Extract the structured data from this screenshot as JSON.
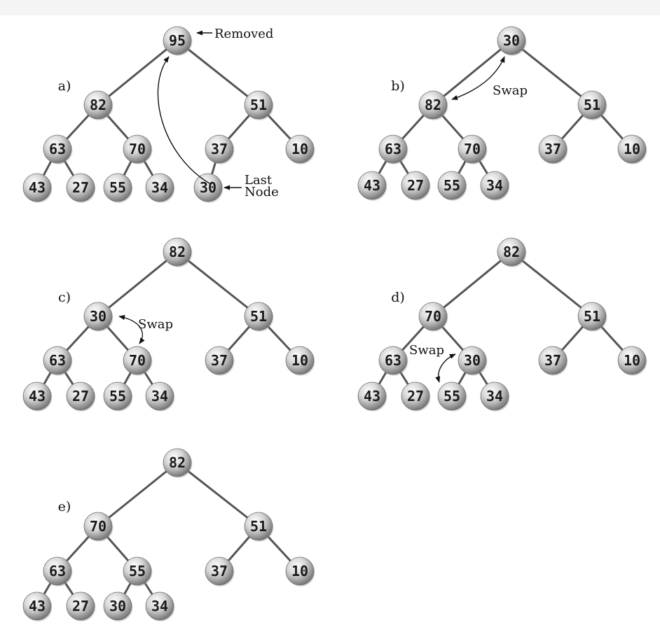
{
  "panels": [
    {
      "id": "a",
      "label": "a)",
      "nodes": [
        {
          "id": "n0",
          "value": "95"
        },
        {
          "id": "n1",
          "value": "82"
        },
        {
          "id": "n2",
          "value": "51"
        },
        {
          "id": "n3",
          "value": "63"
        },
        {
          "id": "n4",
          "value": "70"
        },
        {
          "id": "n5",
          "value": "37"
        },
        {
          "id": "n6",
          "value": "10"
        },
        {
          "id": "n7",
          "value": "43"
        },
        {
          "id": "n8",
          "value": "27"
        },
        {
          "id": "n9",
          "value": "55"
        },
        {
          "id": "n10",
          "value": "34"
        },
        {
          "id": "n11",
          "value": "30"
        }
      ],
      "edges": [
        [
          "n0",
          "n1"
        ],
        [
          "n0",
          "n2"
        ],
        [
          "n1",
          "n3"
        ],
        [
          "n1",
          "n4"
        ],
        [
          "n2",
          "n5"
        ],
        [
          "n2",
          "n6"
        ],
        [
          "n3",
          "n7"
        ],
        [
          "n3",
          "n8"
        ],
        [
          "n4",
          "n9"
        ],
        [
          "n4",
          "n10"
        ],
        [
          "n5",
          "n11"
        ]
      ],
      "notes": [
        {
          "id": "removed",
          "lines": [
            "Removed"
          ]
        },
        {
          "id": "last-node",
          "lines": [
            "Last",
            "Node"
          ]
        }
      ]
    },
    {
      "id": "b",
      "label": "b)",
      "nodes": [
        {
          "id": "n0",
          "value": "30"
        },
        {
          "id": "n1",
          "value": "82"
        },
        {
          "id": "n2",
          "value": "51"
        },
        {
          "id": "n3",
          "value": "63"
        },
        {
          "id": "n4",
          "value": "70"
        },
        {
          "id": "n5",
          "value": "37"
        },
        {
          "id": "n6",
          "value": "10"
        },
        {
          "id": "n7",
          "value": "43"
        },
        {
          "id": "n8",
          "value": "27"
        },
        {
          "id": "n9",
          "value": "55"
        },
        {
          "id": "n10",
          "value": "34"
        }
      ],
      "edges": [
        [
          "n0",
          "n1"
        ],
        [
          "n0",
          "n2"
        ],
        [
          "n1",
          "n3"
        ],
        [
          "n1",
          "n4"
        ],
        [
          "n2",
          "n5"
        ],
        [
          "n2",
          "n6"
        ],
        [
          "n3",
          "n7"
        ],
        [
          "n3",
          "n8"
        ],
        [
          "n4",
          "n9"
        ],
        [
          "n4",
          "n10"
        ]
      ],
      "notes": [
        {
          "id": "swap",
          "lines": [
            "Swap"
          ]
        }
      ]
    },
    {
      "id": "c",
      "label": "c)",
      "nodes": [
        {
          "id": "n0",
          "value": "82"
        },
        {
          "id": "n1",
          "value": "30"
        },
        {
          "id": "n2",
          "value": "51"
        },
        {
          "id": "n3",
          "value": "63"
        },
        {
          "id": "n4",
          "value": "70"
        },
        {
          "id": "n5",
          "value": "37"
        },
        {
          "id": "n6",
          "value": "10"
        },
        {
          "id": "n7",
          "value": "43"
        },
        {
          "id": "n8",
          "value": "27"
        },
        {
          "id": "n9",
          "value": "55"
        },
        {
          "id": "n10",
          "value": "34"
        }
      ],
      "edges": [
        [
          "n0",
          "n1"
        ],
        [
          "n0",
          "n2"
        ],
        [
          "n1",
          "n3"
        ],
        [
          "n1",
          "n4"
        ],
        [
          "n2",
          "n5"
        ],
        [
          "n2",
          "n6"
        ],
        [
          "n3",
          "n7"
        ],
        [
          "n3",
          "n8"
        ],
        [
          "n4",
          "n9"
        ],
        [
          "n4",
          "n10"
        ]
      ],
      "notes": [
        {
          "id": "swap",
          "lines": [
            "Swap"
          ]
        }
      ]
    },
    {
      "id": "d",
      "label": "d)",
      "nodes": [
        {
          "id": "n0",
          "value": "82"
        },
        {
          "id": "n1",
          "value": "70"
        },
        {
          "id": "n2",
          "value": "51"
        },
        {
          "id": "n3",
          "value": "63"
        },
        {
          "id": "n4",
          "value": "30"
        },
        {
          "id": "n5",
          "value": "37"
        },
        {
          "id": "n6",
          "value": "10"
        },
        {
          "id": "n7",
          "value": "43"
        },
        {
          "id": "n8",
          "value": "27"
        },
        {
          "id": "n9",
          "value": "55"
        },
        {
          "id": "n10",
          "value": "34"
        }
      ],
      "edges": [
        [
          "n0",
          "n1"
        ],
        [
          "n0",
          "n2"
        ],
        [
          "n1",
          "n3"
        ],
        [
          "n1",
          "n4"
        ],
        [
          "n2",
          "n5"
        ],
        [
          "n2",
          "n6"
        ],
        [
          "n3",
          "n7"
        ],
        [
          "n3",
          "n8"
        ],
        [
          "n4",
          "n9"
        ],
        [
          "n4",
          "n10"
        ]
      ],
      "notes": [
        {
          "id": "swap",
          "lines": [
            "Swap"
          ]
        }
      ]
    },
    {
      "id": "e",
      "label": "e)",
      "nodes": [
        {
          "id": "n0",
          "value": "82"
        },
        {
          "id": "n1",
          "value": "70"
        },
        {
          "id": "n2",
          "value": "51"
        },
        {
          "id": "n3",
          "value": "63"
        },
        {
          "id": "n4",
          "value": "55"
        },
        {
          "id": "n5",
          "value": "37"
        },
        {
          "id": "n6",
          "value": "10"
        },
        {
          "id": "n7",
          "value": "43"
        },
        {
          "id": "n8",
          "value": "27"
        },
        {
          "id": "n9",
          "value": "30"
        },
        {
          "id": "n10",
          "value": "34"
        }
      ],
      "edges": [
        [
          "n0",
          "n1"
        ],
        [
          "n0",
          "n2"
        ],
        [
          "n1",
          "n3"
        ],
        [
          "n1",
          "n4"
        ],
        [
          "n2",
          "n5"
        ],
        [
          "n2",
          "n6"
        ],
        [
          "n3",
          "n7"
        ],
        [
          "n3",
          "n8"
        ],
        [
          "n4",
          "n9"
        ],
        [
          "n4",
          "n10"
        ]
      ],
      "notes": []
    }
  ]
}
